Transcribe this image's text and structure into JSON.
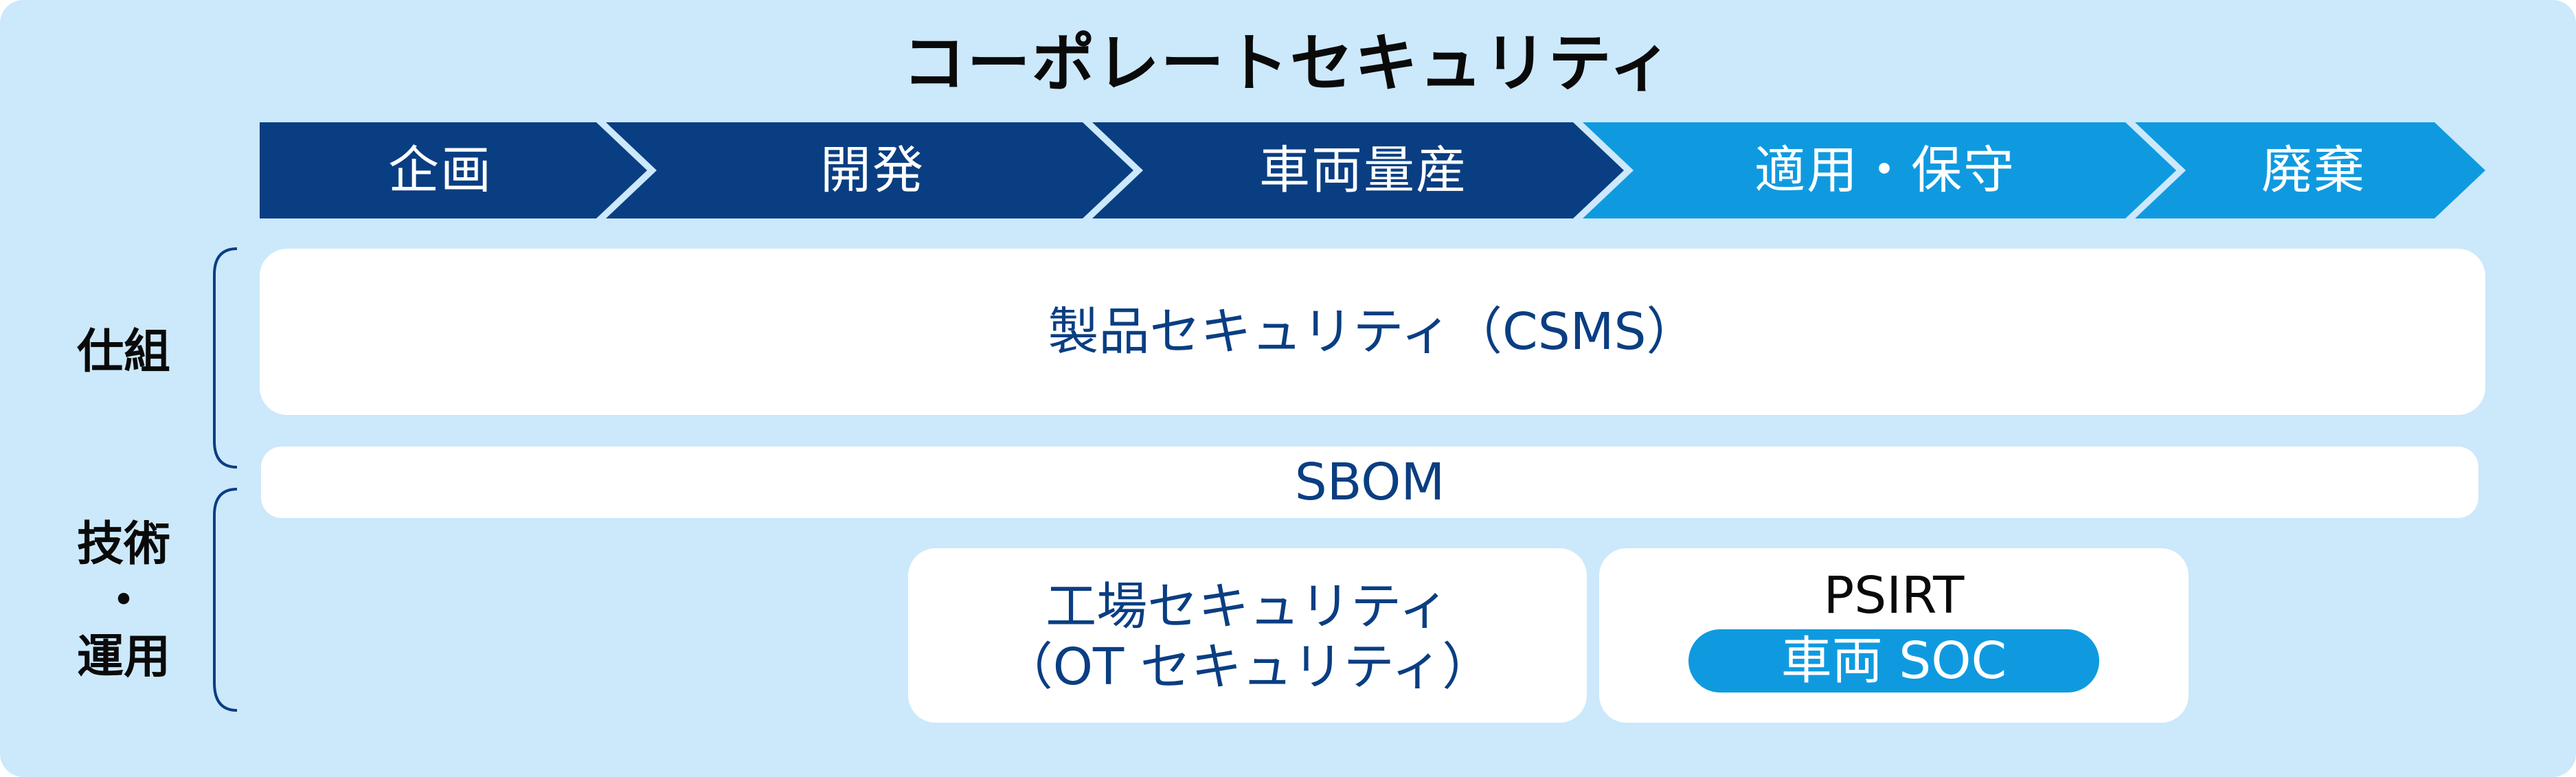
{
  "title": "コーポレートセキュリティ",
  "phases": [
    {
      "label": "企画",
      "color": "#0a3e82"
    },
    {
      "label": "開発",
      "color": "#0a3e82"
    },
    {
      "label": "車両量産",
      "color": "#0a3e82"
    },
    {
      "label": "適用・保守",
      "color": "#0f9ae0"
    },
    {
      "label": "廃棄",
      "color": "#0f9ae0"
    }
  ],
  "side_labels": {
    "framework": "仕組",
    "technology_line1": "技術",
    "technology_dot": "・",
    "technology_line2": "運用"
  },
  "boxes": {
    "csms": "製品セキュリティ（CSMS）",
    "sbom": "SBOM",
    "factory_line1": "工場セキュリティ",
    "factory_line2": "（OT セキュリティ）",
    "psirt": "PSIRT",
    "vehicle_soc": "車両 SOC"
  },
  "colors": {
    "background": "#cce8fb",
    "dark_blue": "#0a3e82",
    "light_blue": "#0f9ae0",
    "box_text": "#0a3e82"
  }
}
